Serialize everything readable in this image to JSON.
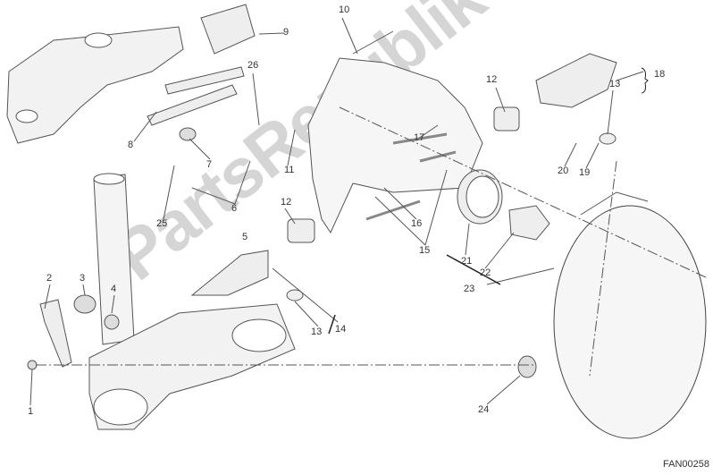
{
  "diagram_code": "FAN00258",
  "watermark": "PartsRepublik",
  "callouts": [
    {
      "id": "c9",
      "text": "9"
    },
    {
      "id": "c10",
      "text": "10"
    },
    {
      "id": "c26",
      "text": "26"
    },
    {
      "id": "c8",
      "text": "8"
    },
    {
      "id": "c7",
      "text": "7"
    },
    {
      "id": "c11",
      "text": "11"
    },
    {
      "id": "c17",
      "text": "17"
    },
    {
      "id": "c12a",
      "text": "12"
    },
    {
      "id": "c18",
      "text": "18"
    },
    {
      "id": "c13a",
      "text": "13"
    },
    {
      "id": "c20",
      "text": "20"
    },
    {
      "id": "c19",
      "text": "19"
    },
    {
      "id": "c6",
      "text": "6"
    },
    {
      "id": "c25",
      "text": "25"
    },
    {
      "id": "c5",
      "text": "5"
    },
    {
      "id": "c12b",
      "text": "12"
    },
    {
      "id": "c16",
      "text": "16"
    },
    {
      "id": "c15",
      "text": "15"
    },
    {
      "id": "c21",
      "text": "21"
    },
    {
      "id": "c22",
      "text": "22"
    },
    {
      "id": "c23",
      "text": "23"
    },
    {
      "id": "c2",
      "text": "2"
    },
    {
      "id": "c3",
      "text": "3"
    },
    {
      "id": "c4",
      "text": "4"
    },
    {
      "id": "c14",
      "text": "14"
    },
    {
      "id": "c13b",
      "text": "13"
    },
    {
      "id": "c1",
      "text": "1"
    },
    {
      "id": "c24",
      "text": "24"
    }
  ]
}
